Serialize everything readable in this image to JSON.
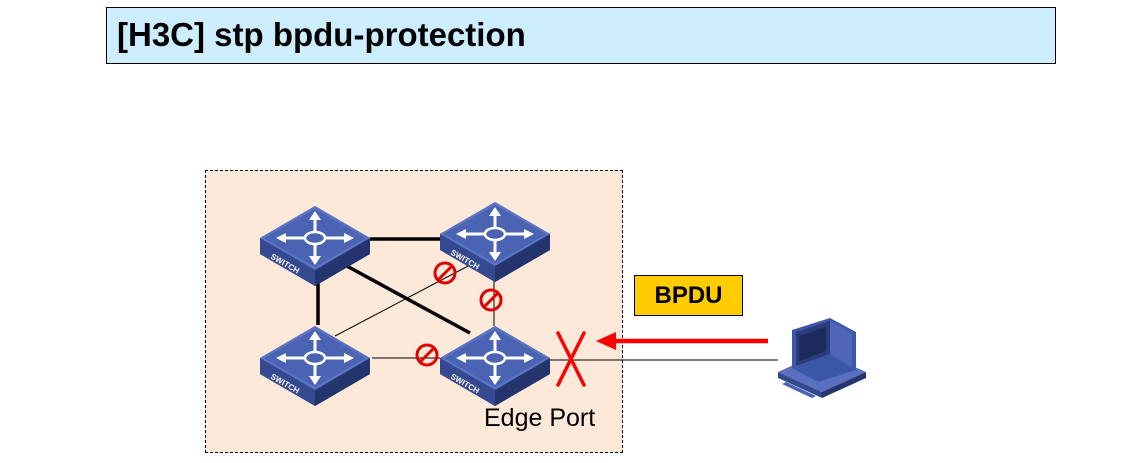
{
  "command": {
    "text": "[H3C] stp bpdu-protection"
  },
  "diagram": {
    "switch_label": "SWITCH",
    "bpdu_label": "BPDU",
    "edge_port_label": "Edge Port",
    "colors": {
      "command_bg": "#cceeff",
      "zone_bg": "#fde9d9",
      "bpdu_bg": "#ffcc00",
      "switch_blue": "#3d57a8",
      "block_red": "#e00000",
      "arrow_red": "#ff0000"
    },
    "icons": [
      "switch-icon",
      "blocked-port-icon",
      "red-x-icon",
      "red-arrow-icon",
      "computer-icon"
    ]
  }
}
